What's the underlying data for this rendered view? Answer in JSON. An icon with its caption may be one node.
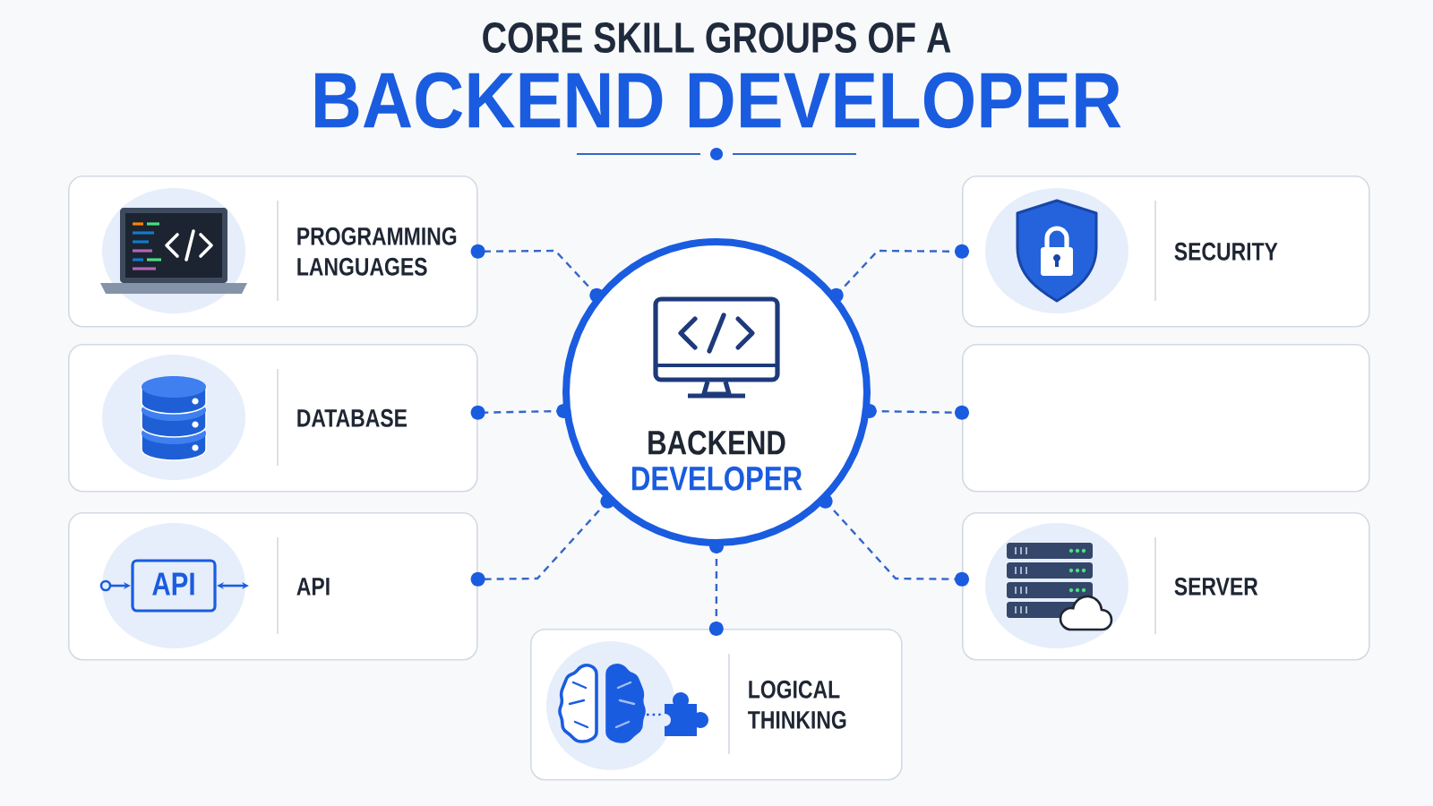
{
  "diagram": {
    "title": "CORE SKILL GROUPS OF A",
    "nodes": [
      {
        "text": [
          "PROGRAMMING LANGUAGES"
        ]
      },
      {
        "text": [
          "SECURITY"
        ]
      },
      {
        "text": [
          "BACKEND",
          "DEVELOPER"
        ]
      },
      {
        "text": [
          "DATABASE"
        ]
      },
      {
        "text": [],
        "shape": "box"
      },
      {
        "text": [
          "API"
        ]
      },
      {
        "text": [
          "SERVER"
        ]
      },
      {
        "text": [
          "LOGICAL THINKING"
        ]
      }
    ],
    "edges": [
      {
        "from": 2,
        "to": 0,
        "arrow": "other"
      },
      {
        "from": 2,
        "to": 1,
        "arrow": "other"
      },
      {
        "from": 2,
        "to": 3,
        "arrow": "other"
      },
      {
        "from": 2,
        "to": 4,
        "arrow": "other"
      },
      {
        "from": 2,
        "to": 5,
        "arrow": "other"
      },
      {
        "from": 2,
        "to": 6,
        "arrow": "other"
      },
      {
        "from": 2,
        "to": 7,
        "arrow": "other"
      }
    ],
    "labels": [
      "BACKEND DEVELOPER",
      "API"
    ]
  }
}
